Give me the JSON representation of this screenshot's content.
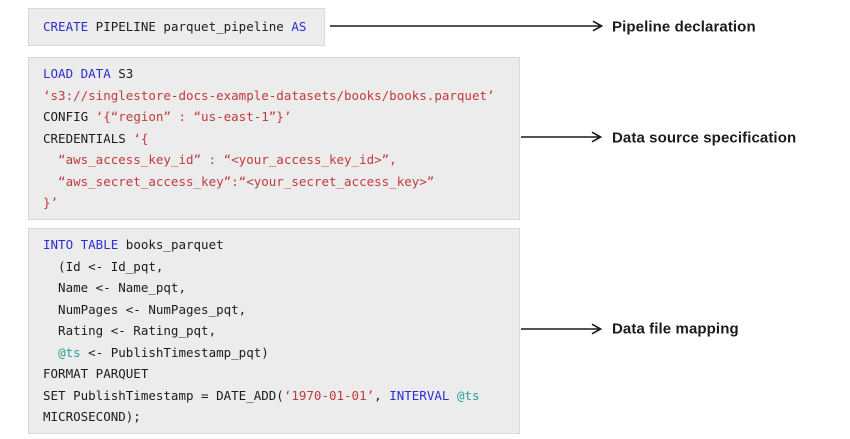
{
  "diagram": {
    "blocks": [
      {
        "name": "pipeline-declaration",
        "annotation": "Pipeline declaration",
        "lines": [
          [
            {
              "t": "CREATE",
              "c": "k"
            },
            {
              "t": " PIPELINE parquet_pipeline ",
              "c": ""
            },
            {
              "t": "AS",
              "c": "k"
            }
          ]
        ]
      },
      {
        "name": "data-source-specification",
        "annotation": "Data source specification",
        "lines": [
          [
            {
              "t": "LOAD DATA",
              "c": "k"
            },
            {
              "t": " S3",
              "c": ""
            }
          ],
          [
            {
              "t": "‘s3://singlestore-docs-example-datasets/books/books.parquet’",
              "c": "s"
            }
          ],
          [
            {
              "t": "CONFIG ",
              "c": ""
            },
            {
              "t": "‘{“region” : “us-east-1”}’",
              "c": "s"
            }
          ],
          [
            {
              "t": "CREDENTIALS ",
              "c": ""
            },
            {
              "t": "‘{",
              "c": "s"
            }
          ],
          [
            {
              "t": "  “aws_access_key_id” : “<your_access_key_id>”,",
              "c": "s"
            }
          ],
          [
            {
              "t": "  “aws_secret_access_key”:“<your_secret_access_key>”",
              "c": "s"
            }
          ],
          [
            {
              "t": "}’",
              "c": "s"
            }
          ]
        ]
      },
      {
        "name": "data-file-mapping",
        "annotation": "Data file mapping",
        "lines": [
          [
            {
              "t": "INTO TABLE",
              "c": "k"
            },
            {
              "t": " books_parquet",
              "c": ""
            }
          ],
          [
            {
              "t": "  (Id <- Id_pqt,",
              "c": ""
            }
          ],
          [
            {
              "t": "  Name <- Name_pqt,",
              "c": ""
            }
          ],
          [
            {
              "t": "  NumPages <- NumPages_pqt,",
              "c": ""
            }
          ],
          [
            {
              "t": "  Rating <- Rating_pqt,",
              "c": ""
            }
          ],
          [
            {
              "t": "  ",
              "c": ""
            },
            {
              "t": "@ts",
              "c": "v"
            },
            {
              "t": " <- PublishTimestamp_pqt)",
              "c": ""
            }
          ],
          [
            {
              "t": "FORMAT PARQUET",
              "c": ""
            }
          ],
          [
            {
              "t": "SET PublishTimestamp = DATE_ADD(",
              "c": ""
            },
            {
              "t": "‘1970-01-01’",
              "c": "s"
            },
            {
              "t": ", ",
              "c": ""
            },
            {
              "t": "INTERVAL",
              "c": "k"
            },
            {
              "t": " ",
              "c": ""
            },
            {
              "t": "@ts",
              "c": "v"
            }
          ],
          [
            {
              "t": "MICROSECOND);",
              "c": ""
            }
          ]
        ]
      }
    ]
  },
  "colors": {
    "keyword": "#2d2dd2",
    "string": "#c13a3e",
    "variable": "#2e9e99",
    "code_text": "#1c1c1c",
    "block_background": "#ececec",
    "block_border": "#d9d9d9",
    "arrow": "#1a1a1a",
    "annotation_text": "#1b1b1b",
    "page_background": "#ffffff"
  }
}
